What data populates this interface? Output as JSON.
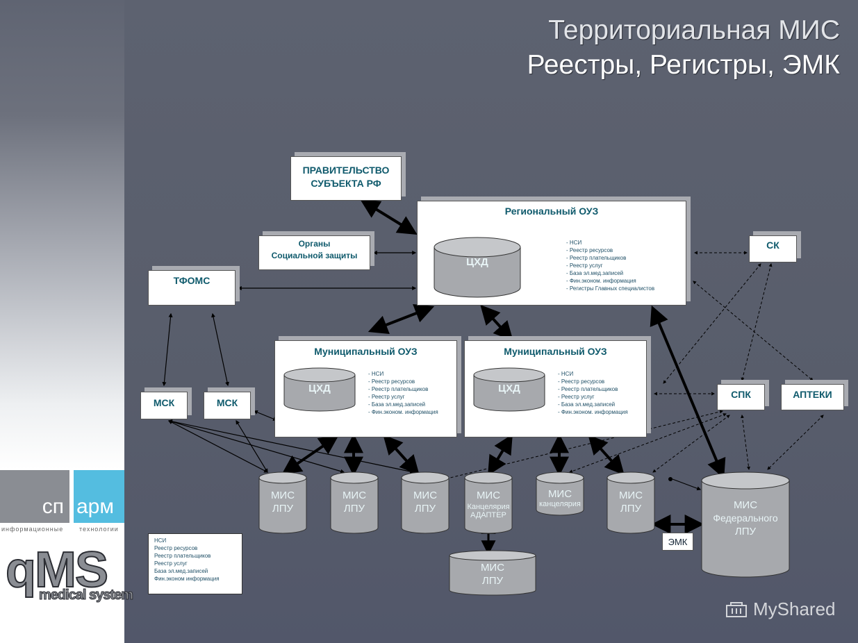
{
  "title": {
    "line1": "Территориальная МИС",
    "line2": "Реестры, Регистры, ЭМК"
  },
  "government": {
    "line1": "ПРАВИТЕЛЬСТВО",
    "line2": "СУБЪЕКТА РФ"
  },
  "social": {
    "line1": "Органы",
    "line2": "Социальной защиты"
  },
  "tfoms": "ТФОМС",
  "regional": {
    "title": "Региональный ОУЗ",
    "cyl": "ЦХД",
    "list": "- НСИ\n- Реестр ресурсов\n- Реестр плательщиков\n- Реестр услуг\n- База эл.мед.записей\n- Фин.эконом. информация\n- Регистры Главных специалистов"
  },
  "ck": "СК",
  "municipal1": {
    "title": "Муниципальный ОУЗ",
    "cyl": "ЦХД",
    "list": "- НСИ\n- Реестр ресурсов\n- Реестр плательщиков\n- Реестр услуг\n- База эл.мед.записей\n- Фин.эконом. информация"
  },
  "municipal2": {
    "title": "Муниципальный ОУЗ",
    "cyl": "ЦХД",
    "list": "- НСИ\n- Реестр ресурсов\n- Реестр плательщиков\n- Реестр услуг\n- База эл.мед.записей\n- Фин.эконом. информация"
  },
  "msk1": "МСК",
  "msk2": "МСК",
  "spk": "СПК",
  "pharmacies": "АПТЕКИ",
  "mis_lpu": {
    "line1": "МИС",
    "line2": "ЛПУ"
  },
  "mis_office_adapter": {
    "line1": "МИС",
    "line2": "Канцелярия",
    "line3": "АДАПТЕР"
  },
  "mis_office": {
    "line1": "МИС",
    "line2": "канцелярия"
  },
  "mis_federal": {
    "line1": "МИС",
    "line2": "Федерального",
    "line3": "ЛПУ"
  },
  "emk": "ЭМК",
  "note": "НСИ\nРеестр ресурсов\nРеестр плательщиков\nРеестр услуг\nБаза эл.мед.записей\nФин.эконом информация",
  "logo": {
    "left": "сп",
    "right": "арм",
    "sub_left": "информационные",
    "sub_right": "технологии",
    "qms": "qMS",
    "qms_sub": "medical system"
  },
  "watermark": "MyShared",
  "colors": {
    "background": "#5a5f6c",
    "box_text": "#0f5a6c",
    "cylinder": "#a7a9ad",
    "logo_grey": "#8a8d93",
    "logo_blue": "#54bde0"
  }
}
